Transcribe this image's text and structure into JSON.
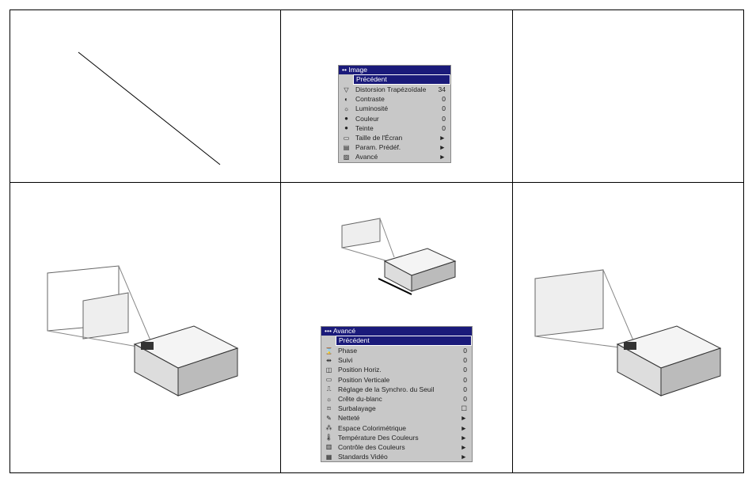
{
  "menu_image": {
    "title": "Image",
    "dots": "••",
    "back": "Précédent",
    "items": [
      {
        "icon": "keystone-icon",
        "glyph": "▽",
        "label": "Distorsion Trapézoïdale",
        "value": "34"
      },
      {
        "icon": "contrast-icon",
        "glyph": "◐",
        "label": "Contraste",
        "value": "0"
      },
      {
        "icon": "brightness-icon",
        "glyph": "☼",
        "label": "Luminosité",
        "value": "0"
      },
      {
        "icon": "color-icon",
        "glyph": "●",
        "label": "Couleur",
        "value": "0"
      },
      {
        "icon": "tint-icon",
        "glyph": "●",
        "label": "Teinte",
        "value": "0"
      },
      {
        "icon": "screen-size-icon",
        "glyph": "▭",
        "label": "Taille de l'Écran",
        "value": "►"
      },
      {
        "icon": "presets-icon",
        "glyph": "▤",
        "label": "Param. Prédéf.",
        "value": "►"
      },
      {
        "icon": "advanced-icon",
        "glyph": "▨",
        "label": "Avancé",
        "value": "►"
      }
    ]
  },
  "menu_advanced": {
    "title": "Avancé",
    "dots": "•••",
    "back": "Précédent",
    "items": [
      {
        "icon": "phase-icon",
        "glyph": "⌛",
        "label": "Phase",
        "value": "0"
      },
      {
        "icon": "tracking-icon",
        "glyph": "⇹",
        "label": "Suivi",
        "value": "0"
      },
      {
        "icon": "horizontal-position-icon",
        "glyph": "◫",
        "label": "Position Horiz.",
        "value": "0"
      },
      {
        "icon": "vertical-position-icon",
        "glyph": "▭",
        "label": "Position Verticale",
        "value": "0"
      },
      {
        "icon": "sync-threshold-icon",
        "glyph": "⎍",
        "label": "Réglage de la Synchro. du Seuil",
        "value": "0"
      },
      {
        "icon": "white-peak-icon",
        "glyph": "☼",
        "label": "Crête du-blanc",
        "value": "0"
      },
      {
        "icon": "overscan-icon",
        "glyph": "⌑",
        "label": "Surbalayage",
        "value": "☐"
      },
      {
        "icon": "sharpness-icon",
        "glyph": "✎",
        "label": "Netteté",
        "value": "►"
      },
      {
        "icon": "color-space-icon",
        "glyph": "⁂",
        "label": "Espace Colorimétrique",
        "value": "►"
      },
      {
        "icon": "color-temperature-icon",
        "glyph": "🌡",
        "label": "Température Des Couleurs",
        "value": "►"
      },
      {
        "icon": "color-control-icon",
        "glyph": "▥",
        "label": "Contrôle des Couleurs",
        "value": "►"
      },
      {
        "icon": "video-standards-icon",
        "glyph": "▦",
        "label": "Standards Vidéo",
        "value": "►"
      }
    ]
  },
  "colors": {
    "menu_bg": "#c8c8c8",
    "menu_title": "#1a1a7a"
  }
}
